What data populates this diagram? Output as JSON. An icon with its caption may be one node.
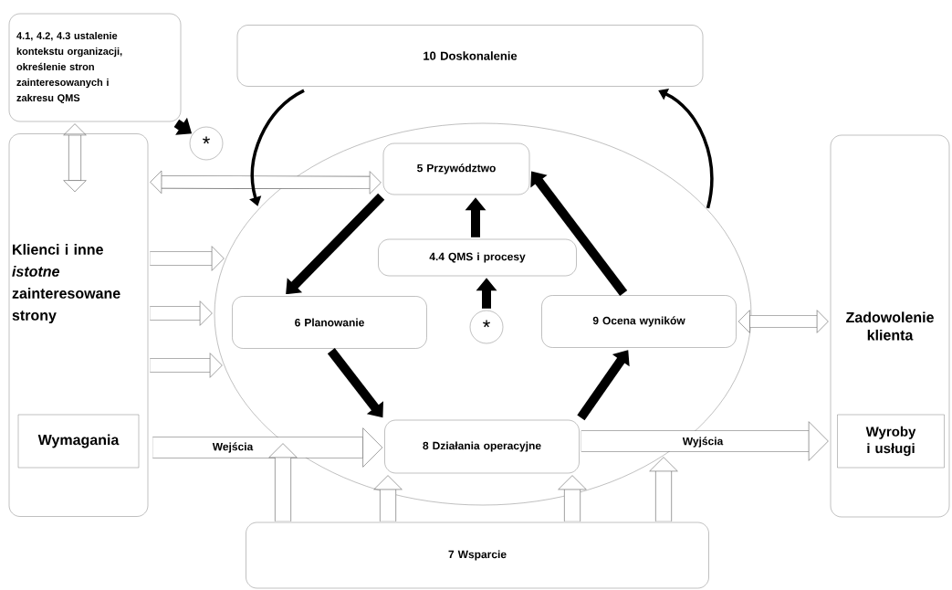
{
  "diagram": {
    "nodes": [
      {
        "text": [
          "4.1, 4.2, 4.3 ustalenie kontekstu organizacji, określenie stron zainteresowanych i zakresu QMS"
        ]
      },
      {
        "text": [
          "10 Doskonalenie"
        ]
      },
      {
        "text": [
          "Klienci i inne *istotne* zainteresowane strony"
        ]
      },
      {
        "text": [
          "Wymagania"
        ],
        "in": 2
      },
      {
        "text": [],
        "shape": "ellipse"
      },
      {
        "text": [
          "5 Przywództwo"
        ],
        "in": 4
      },
      {
        "text": [
          "4.4 QMS i procesy"
        ],
        "in": 4
      },
      {
        "text": [
          "6 Planowanie"
        ],
        "in": 4
      },
      {
        "text": [
          "*"
        ],
        "in": 4
      },
      {
        "text": [
          "9 Ocena wyników"
        ],
        "in": 4
      },
      {
        "text": [
          "8 Działania operacyjne"
        ],
        "in": 4
      },
      {
        "text": [
          "7 Wsparcie"
        ]
      },
      {
        "text": [
          "Zadowolenie klienta"
        ]
      },
      {
        "text": [
          "Wyroby i usługi"
        ],
        "in": 12
      },
      {
        "text": [
          "*"
        ]
      }
    ],
    "edges": [
      {
        "from": 0,
        "to": 14,
        "arrow": "to",
        "color": "#000000"
      },
      {
        "from": 0,
        "to": 2,
        "arrow": "both"
      },
      {
        "from": 2,
        "to": 5,
        "arrow": "both"
      },
      {
        "from": 1,
        "to": 4,
        "arrow": "to",
        "color": "#000000"
      },
      {
        "from": 4,
        "to": 1,
        "arrow": "to",
        "color": "#000000"
      },
      {
        "from": 5,
        "to": 7,
        "arrow": "to",
        "color": "#000000"
      },
      {
        "from": 6,
        "to": 5,
        "arrow": "to",
        "color": "#000000"
      },
      {
        "from": 8,
        "to": 6,
        "arrow": "to",
        "color": "#000000"
      },
      {
        "from": 7,
        "to": 10,
        "arrow": "to",
        "color": "#000000"
      },
      {
        "from": 10,
        "to": 9,
        "arrow": "to",
        "color": "#000000"
      },
      {
        "from": 9,
        "to": 5,
        "arrow": "to",
        "color": "#000000"
      },
      {
        "from": 9,
        "to": 12,
        "arrow": "both"
      },
      {
        "from": 2,
        "to": 4,
        "arrow": "to"
      },
      {
        "from": 2,
        "to": 4,
        "arrow": "to"
      },
      {
        "from": 2,
        "to": 4,
        "arrow": "to"
      },
      {
        "from": 2,
        "to": 10,
        "arrow": "to",
        "label": "Wejścia"
      },
      {
        "from": 10,
        "to": 12,
        "arrow": "to",
        "label": "Wyjścia"
      },
      {
        "from": 11,
        "to": 4,
        "arrow": "to"
      },
      {
        "from": 11,
        "to": 10,
        "arrow": "to"
      },
      {
        "from": 11,
        "to": 10,
        "arrow": "to"
      },
      {
        "from": 11,
        "to": 4,
        "arrow": "to"
      }
    ]
  }
}
